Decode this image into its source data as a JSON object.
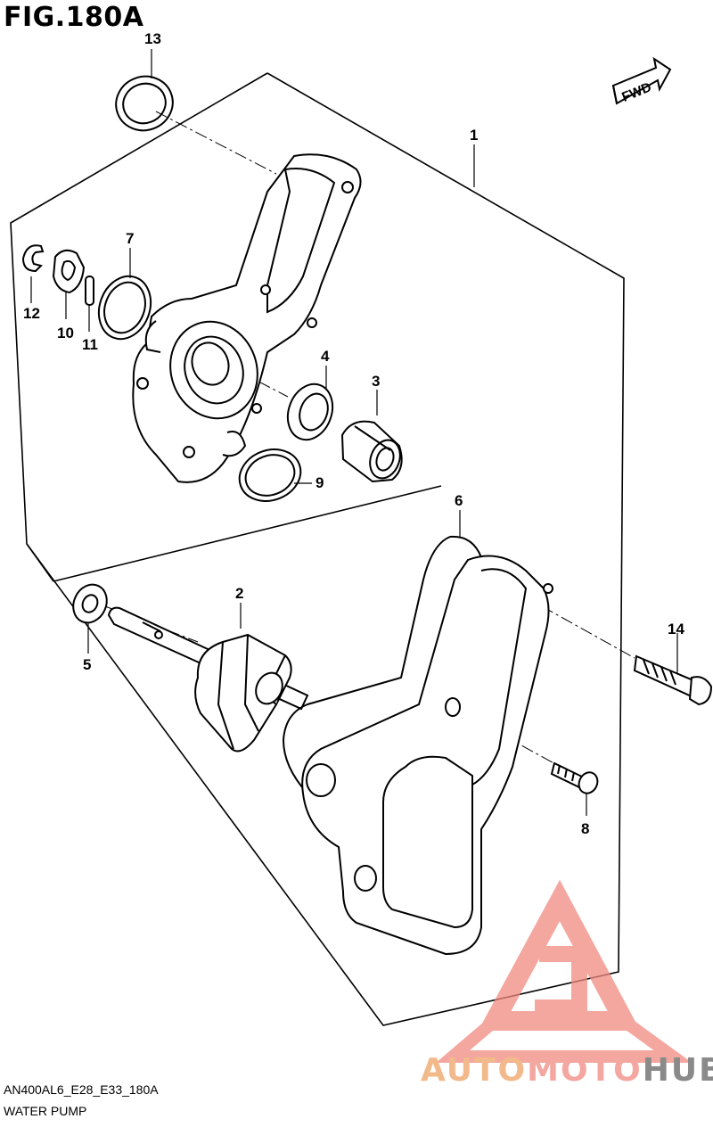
{
  "figure": {
    "title": "FIG.180A",
    "fwd_label": "FWD",
    "model_code": "AN400AL6_E28_E33_180A",
    "section_name": "WATER PUMP"
  },
  "callouts": [
    {
      "id": "1",
      "label": "1"
    },
    {
      "id": "2",
      "label": "2"
    },
    {
      "id": "3",
      "label": "3"
    },
    {
      "id": "4",
      "label": "4"
    },
    {
      "id": "5",
      "label": "5"
    },
    {
      "id": "6",
      "label": "6"
    },
    {
      "id": "7",
      "label": "7"
    },
    {
      "id": "8",
      "label": "8"
    },
    {
      "id": "9",
      "label": "9"
    },
    {
      "id": "10",
      "label": "10"
    },
    {
      "id": "11",
      "label": "11"
    },
    {
      "id": "12",
      "label": "12"
    },
    {
      "id": "13",
      "label": "13"
    },
    {
      "id": "14",
      "label": "14"
    }
  ],
  "watermark": {
    "part1": "AUTO",
    "part2": "MOTO",
    "part3": "HUB",
    "colors": {
      "auto": "#f2b98a",
      "moto": "#f4a6a0",
      "hub": "#8a8a8a",
      "logo": "#f08a80"
    }
  }
}
